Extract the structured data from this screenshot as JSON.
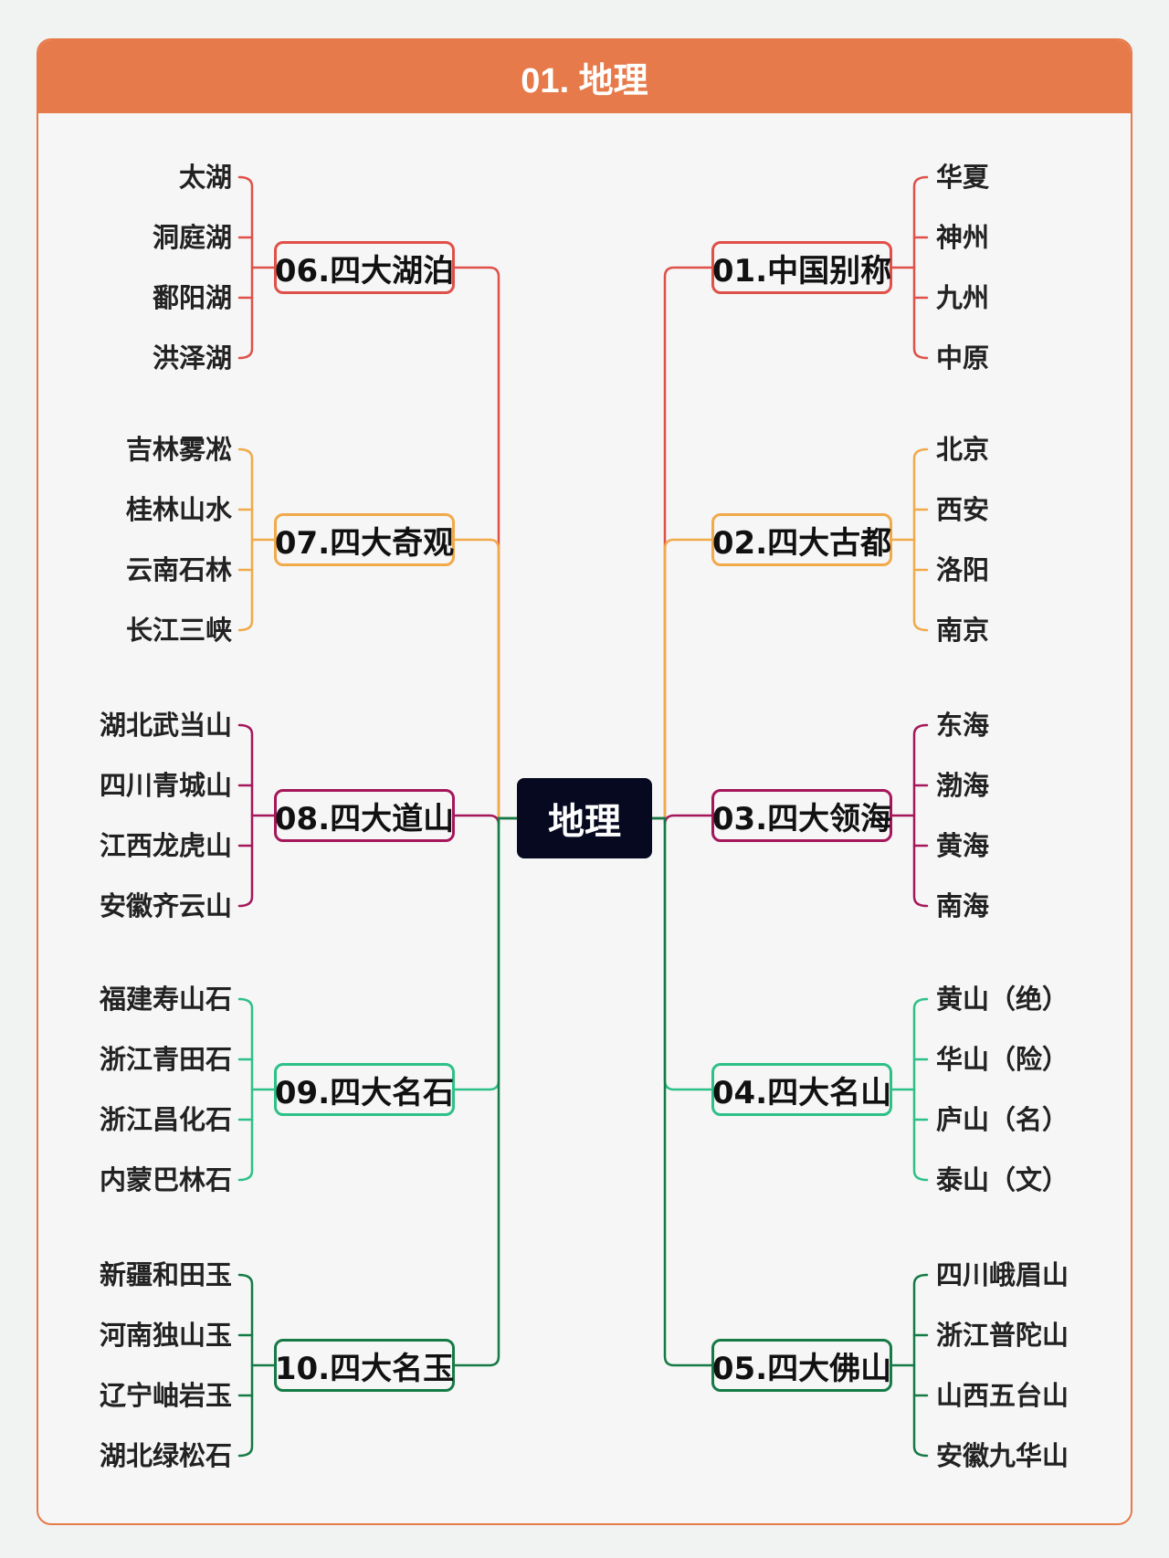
{
  "title": "01. 地理",
  "center": "地理",
  "colors": {
    "header": "#e67a4a",
    "center_bg": "#06091f"
  },
  "branches": [
    {
      "id": "b06",
      "label": "06.四大湖泊",
      "side": "left",
      "color": "#e0504a",
      "leaves": [
        "太湖",
        "洞庭湖",
        "鄱阳湖",
        "洪泽湖"
      ]
    },
    {
      "id": "b07",
      "label": "07.四大奇观",
      "side": "left",
      "color": "#f2a94a",
      "leaves": [
        "吉林雾凇",
        "桂林山水",
        "云南石林",
        "长江三峡"
      ]
    },
    {
      "id": "b08",
      "label": "08.四大道山",
      "side": "left",
      "color": "#a5175a",
      "leaves": [
        "湖北武当山",
        "四川青城山",
        "江西龙虎山",
        "安徽齐云山"
      ]
    },
    {
      "id": "b09",
      "label": "09.四大名石",
      "side": "left",
      "color": "#2ec088",
      "leaves": [
        "福建寿山石",
        "浙江青田石",
        "浙江昌化石",
        "内蒙巴林石"
      ]
    },
    {
      "id": "b10",
      "label": "10.四大名玉",
      "side": "left",
      "color": "#157a45",
      "leaves": [
        "新疆和田玉",
        "河南独山玉",
        "辽宁岫岩玉",
        "湖北绿松石"
      ]
    },
    {
      "id": "b01",
      "label": "01.中国别称",
      "side": "right",
      "color": "#e0504a",
      "leaves": [
        "华夏",
        "神州",
        "九州",
        "中原"
      ]
    },
    {
      "id": "b02",
      "label": "02.四大古都",
      "side": "right",
      "color": "#f2a94a",
      "leaves": [
        "北京",
        "西安",
        "洛阳",
        "南京"
      ]
    },
    {
      "id": "b03",
      "label": "03.四大领海",
      "side": "right",
      "color": "#a5175a",
      "leaves": [
        "东海",
        "渤海",
        "黄海",
        "南海"
      ]
    },
    {
      "id": "b04",
      "label": "04.四大名山",
      "side": "right",
      "color": "#2ec088",
      "leaves": [
        "黄山（绝）",
        "华山（险）",
        "庐山（名）",
        "泰山（文）"
      ]
    },
    {
      "id": "b05",
      "label": "05.四大佛山",
      "side": "right",
      "color": "#157a45",
      "leaves": [
        "四川峨眉山",
        "浙江普陀山",
        "山西五台山",
        "安徽九华山"
      ]
    }
  ]
}
